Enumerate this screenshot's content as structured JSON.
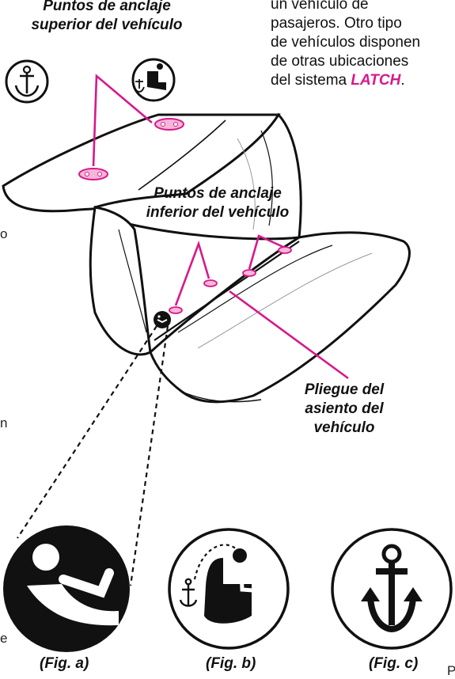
{
  "description": {
    "line1": "un vehículo de",
    "line2": "pasajeros. Otro tipo",
    "line3": "de vehículos disponen",
    "line4": "de otras ubicaciones",
    "line5_prefix": "del sistema ",
    "line5_latch": "LATCH",
    "line5_suffix": "."
  },
  "labels": {
    "upper_anchor_line1": "Puntos de anclaje",
    "upper_anchor_line2": "superior del vehículo",
    "lower_anchor_line1": "Puntos de anclaje",
    "lower_anchor_line2": "inferior del vehículo",
    "seat_bight_line1": "Pliegue del",
    "seat_bight_line2": "asiento del",
    "seat_bight_line3": "vehículo"
  },
  "figures": {
    "fig_a": "(Fig. a)",
    "fig_b": "(Fig. b)",
    "fig_c": "(Fig. c)"
  },
  "edge_fragments": {
    "left_o": "o",
    "left_n": "n",
    "left_e": "e",
    "right_p": "P"
  },
  "colors": {
    "accent": "#d6198b",
    "ink": "#111111",
    "anchor_fill": "#f6b6d8"
  }
}
